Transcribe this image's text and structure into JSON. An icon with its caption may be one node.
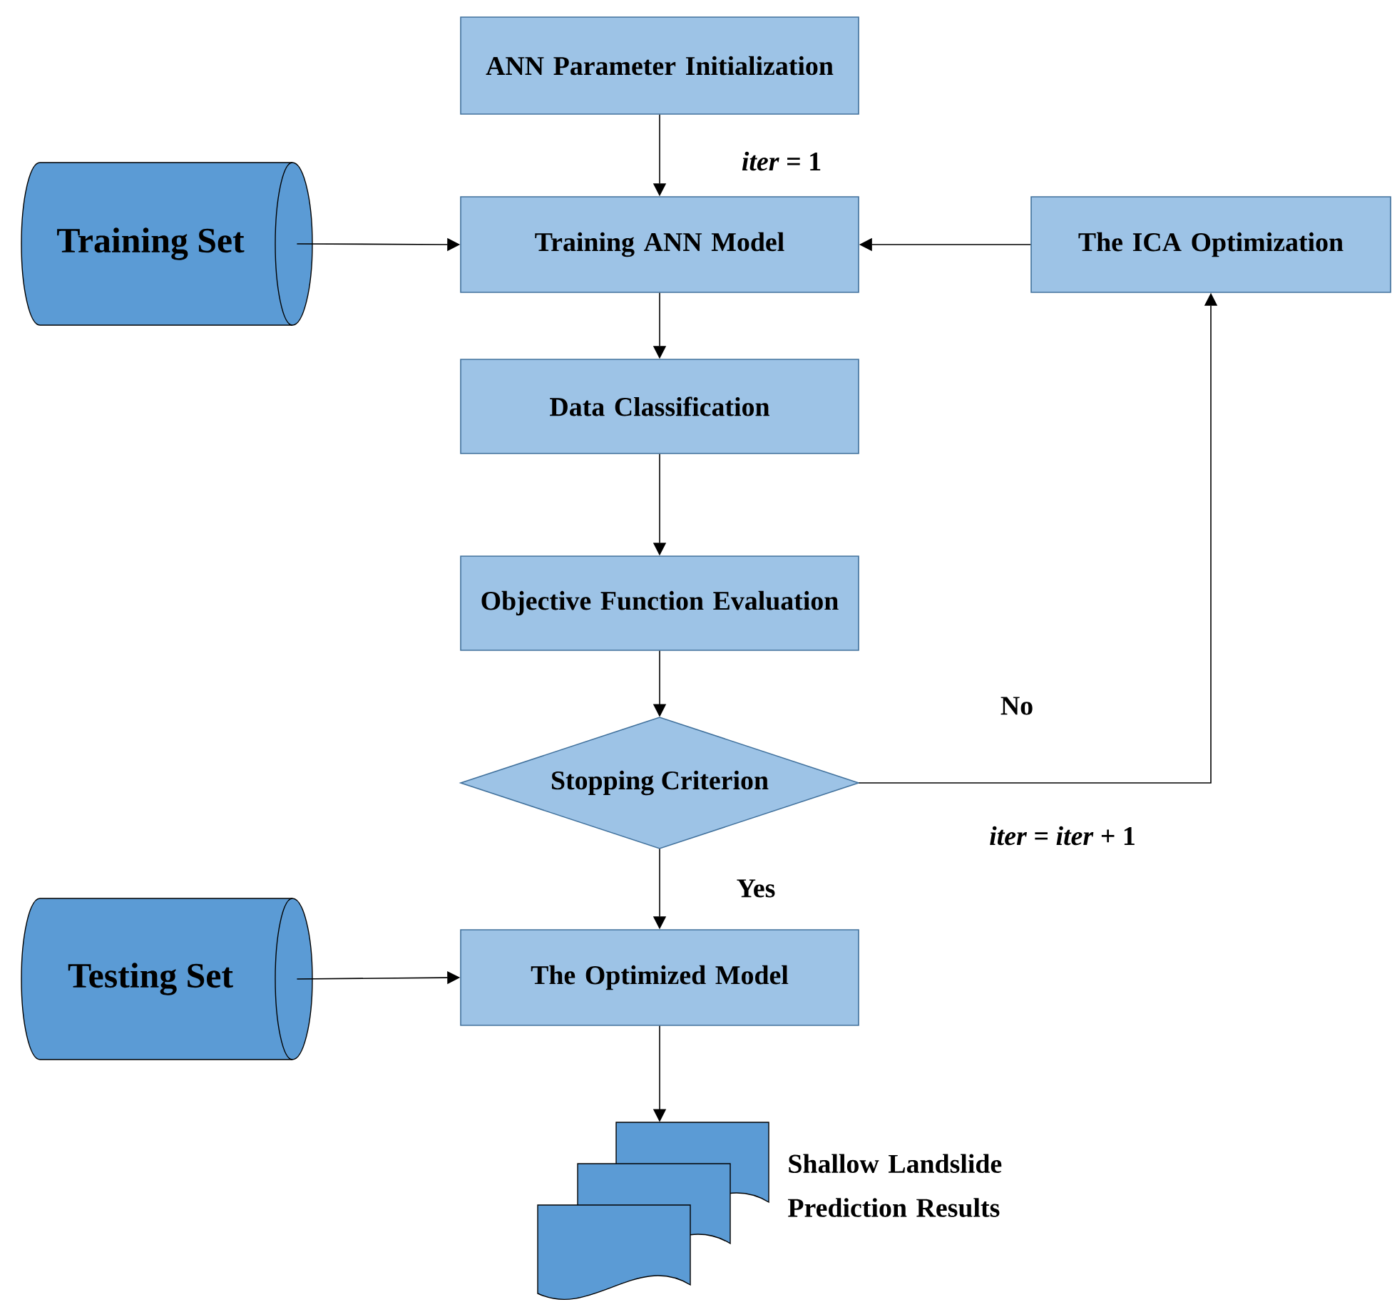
{
  "diagram": {
    "nodes": [
      {
        "text": [
          "ANN Parameter Initialization"
        ]
      },
      {
        "text": [
          "Training Set"
        ]
      },
      {
        "text": [
          "Training ANN Model"
        ]
      },
      {
        "text": [
          "The ICA Optimization"
        ]
      },
      {
        "text": [
          "Data Classification"
        ]
      },
      {
        "text": [
          "Objective Function Evaluation"
        ]
      },
      {
        "text": [
          "Stopping Criterion"
        ]
      },
      {
        "text": [
          "Testing Set"
        ]
      },
      {
        "text": [
          "The Optimized Model"
        ]
      },
      {
        "text": [],
        "shape": "document",
        "beside": [
          "Shallow Landslide Prediction Results"
        ]
      }
    ],
    "edges": [
      {
        "from": 0,
        "to": 2,
        "arrow": "to",
        "label": "*iter* = 1"
      },
      {
        "from": 1,
        "to": 2,
        "arrow": "to"
      },
      {
        "from": 3,
        "to": 2,
        "arrow": "to"
      },
      {
        "from": 2,
        "to": 4,
        "arrow": "to"
      },
      {
        "from": 4,
        "to": 5,
        "arrow": "to"
      },
      {
        "from": 5,
        "to": 6,
        "arrow": "to"
      },
      {
        "from": 6,
        "to": 3,
        "arrow": "to",
        "label": "No"
      },
      {
        "from": 6,
        "to": 8,
        "arrow": "to",
        "label": "Yes"
      },
      {
        "from": 7,
        "to": 8,
        "arrow": "to"
      },
      {
        "from": 8,
        "to": 9,
        "arrow": "to"
      }
    ],
    "labels": [
      "*iter* = *iter*  + 1"
    ]
  }
}
